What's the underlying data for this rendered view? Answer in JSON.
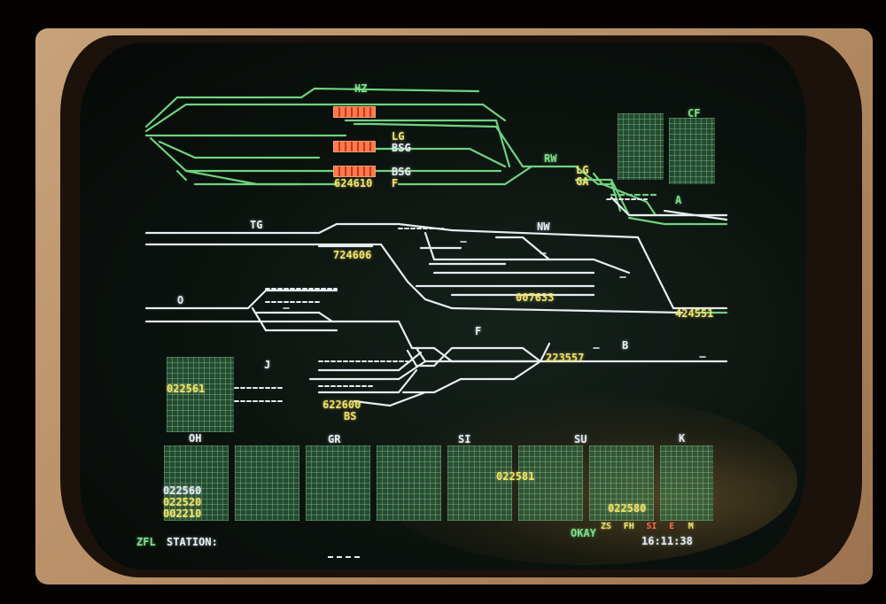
{
  "screen": {
    "areas": {
      "hz": "HZ",
      "cf": "CF",
      "rw": "RW",
      "a": "A",
      "tg": "TG",
      "nw": "NW",
      "o": "O",
      "f": "F",
      "b": "B",
      "j": "J",
      "bs": "BS",
      "oh": "OH",
      "gr": "GR",
      "si": "SI",
      "su": "SU",
      "k": "K"
    },
    "signal_labels": {
      "lg1": "LG",
      "bsg1": "BSG",
      "bsg2": "BSG",
      "f_mark": "F",
      "lg2": "LG",
      "ga": "GA"
    },
    "train_numbers": {
      "t624610": "624610",
      "t724606": "724606",
      "t007633": "007633",
      "t424551": "424551",
      "t223557": "223557",
      "t022561": "022561",
      "t622600": "622600",
      "t022581": "022581",
      "t022580": "022580",
      "oh_list": [
        "022560",
        "022520",
        "002210"
      ]
    },
    "status": {
      "zfl": "ZFL",
      "station_label": "STATION:",
      "okay": "OKAY",
      "modes": [
        "ZS",
        "FH",
        "SI",
        "E",
        "M"
      ],
      "time": "16:11:38"
    }
  },
  "colors": {
    "track_green": "#6fd37e",
    "track_white": "#e6ecef",
    "train_yellow": "#f2e36b",
    "occupied_red": "#e2482a",
    "grid_green": "#3c7850"
  }
}
